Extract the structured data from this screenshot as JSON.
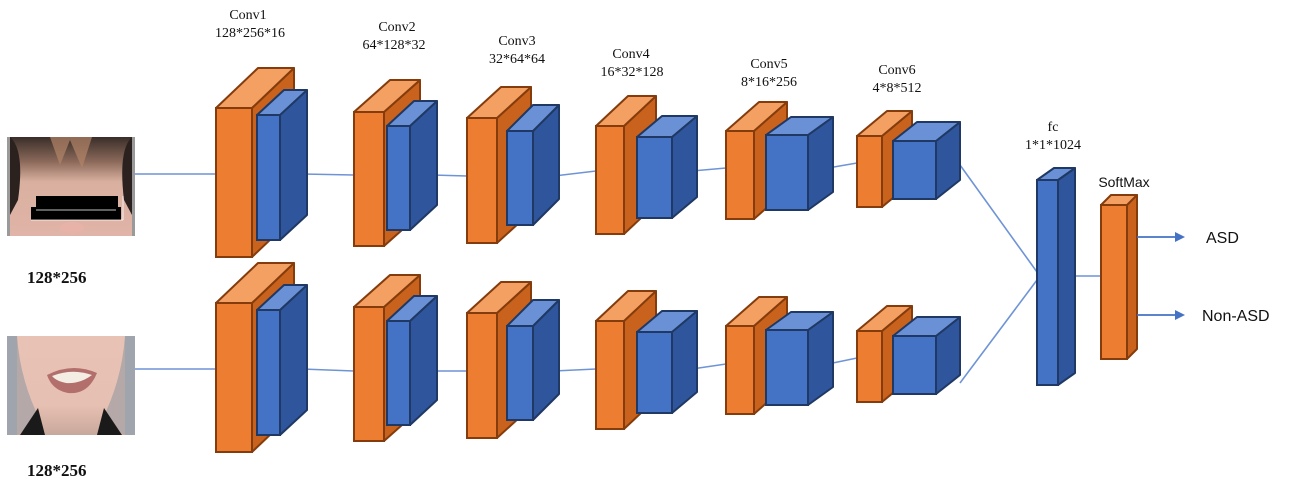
{
  "title": "Two-stream CNN architecture for ASD classification",
  "colors": {
    "conv_front": "#ed7d31",
    "conv_top": "#f4a062",
    "conv_side": "#c9621c",
    "conv_stroke": "#843c0c",
    "pool_front": "#4472c4",
    "pool_top": "#6a91d6",
    "pool_side": "#2f569c",
    "pool_stroke": "#1f3864",
    "connector": "#6f94d6",
    "arrow": "#4472c4"
  },
  "inputs": [
    {
      "name": "eye-region-image",
      "label": "128*256",
      "description": "upper face crop with eyes masked"
    },
    {
      "name": "mouth-region-image",
      "label": "128*256",
      "description": "lower face crop showing mouth"
    }
  ],
  "conv_layers": [
    {
      "name": "Conv1",
      "dims": "128*256*16"
    },
    {
      "name": "Conv2",
      "dims": "64*128*32"
    },
    {
      "name": "Conv3",
      "dims": "32*64*64"
    },
    {
      "name": "Conv4",
      "dims": "16*32*128"
    },
    {
      "name": "Conv5",
      "dims": "8*16*256"
    },
    {
      "name": "Conv6",
      "dims": "4*8*512"
    }
  ],
  "fc": {
    "name": "fc",
    "dims": "1*1*1024"
  },
  "softmax": {
    "name": "SoftMax"
  },
  "outputs": [
    {
      "label": "ASD"
    },
    {
      "label": "Non-ASD"
    }
  ]
}
